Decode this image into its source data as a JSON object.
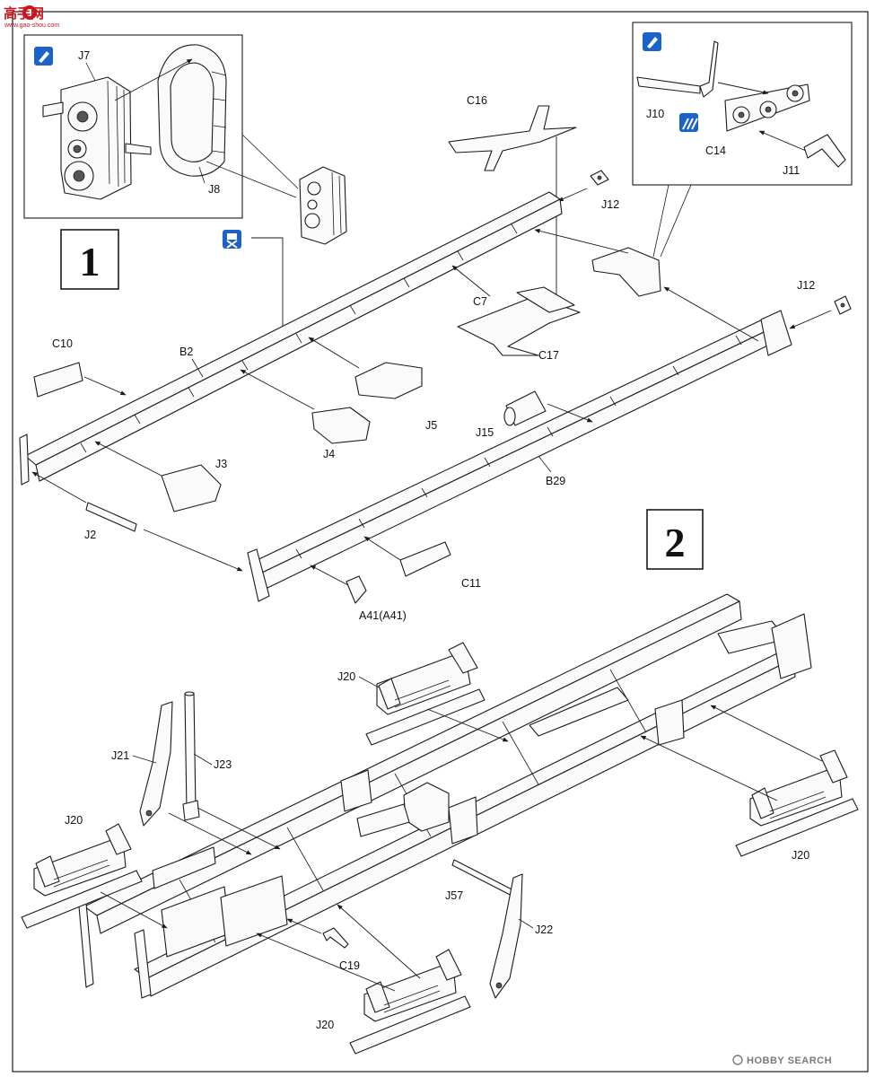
{
  "header": {
    "site_logo_chars": "高手网",
    "site_logo_url": "www.gao-shou.com"
  },
  "steps": [
    {
      "number": "1"
    },
    {
      "number": "2"
    }
  ],
  "step1_labels": {
    "j7": "J7",
    "j8": "J8",
    "c16": "C16",
    "j12_top": "J12",
    "j12_right": "J12",
    "c7": "C7",
    "c17": "C17",
    "c10": "C10",
    "b2": "B2",
    "j5": "J5",
    "j4": "J4",
    "j15": "J15",
    "b29": "B29",
    "j3": "J3",
    "j2": "J2",
    "c11": "C11",
    "a41": "A41(A41)"
  },
  "inset_right_labels": {
    "j10": "J10",
    "c14": "C14",
    "j11": "J11"
  },
  "step2_labels": {
    "j20_top": "J20",
    "j21": "J21",
    "j23": "J23",
    "j20_left": "J20",
    "j20_right": "J20",
    "j57": "J57",
    "j22": "J22",
    "c19": "C19",
    "j20_bottom": "J20"
  },
  "icons": {
    "glue_icon_color": "#1b63c8",
    "icon_names": [
      "glue-icon",
      "remove-part-icon",
      "paint-icon"
    ]
  },
  "watermark": {
    "text": "HOBBY SEARCH"
  }
}
